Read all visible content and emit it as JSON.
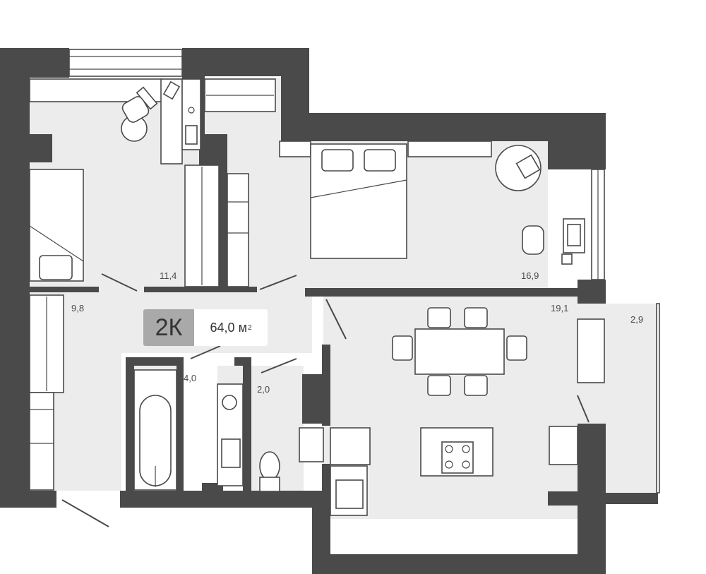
{
  "apartment": {
    "type": "2К",
    "area_value": "64,0",
    "area_unit": "м",
    "area_unit_power": "2"
  },
  "rooms": [
    {
      "id": "bedroom-small",
      "area": "11,4"
    },
    {
      "id": "hall",
      "area": "9,8"
    },
    {
      "id": "bedroom-master",
      "area": "16,9"
    },
    {
      "id": "kitchen-living",
      "area": "19,1"
    },
    {
      "id": "balcony",
      "area": "2,9"
    },
    {
      "id": "bathroom",
      "area": "4,0"
    },
    {
      "id": "toilet",
      "area": "2,0"
    }
  ],
  "colors": {
    "wall": "#4a4a4a",
    "floor": "#ececec",
    "badge": "#a9a9a9"
  }
}
